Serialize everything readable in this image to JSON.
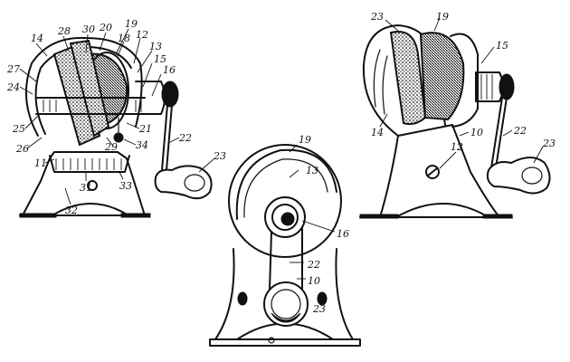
{
  "figures": {
    "left": {
      "labels": [
        "14",
        "28",
        "30",
        "20",
        "19",
        "18",
        "12",
        "13",
        "15",
        "16",
        "27",
        "24",
        "25",
        "26",
        "21",
        "22",
        "29",
        "34",
        "11",
        "31",
        "33",
        "23",
        "32"
      ]
    },
    "center": {
      "labels": [
        "19",
        "13",
        "16",
        "22",
        "10",
        "23"
      ]
    },
    "right": {
      "labels": [
        "23",
        "19",
        "15",
        "14",
        "10",
        "22",
        "12",
        "23"
      ]
    }
  }
}
